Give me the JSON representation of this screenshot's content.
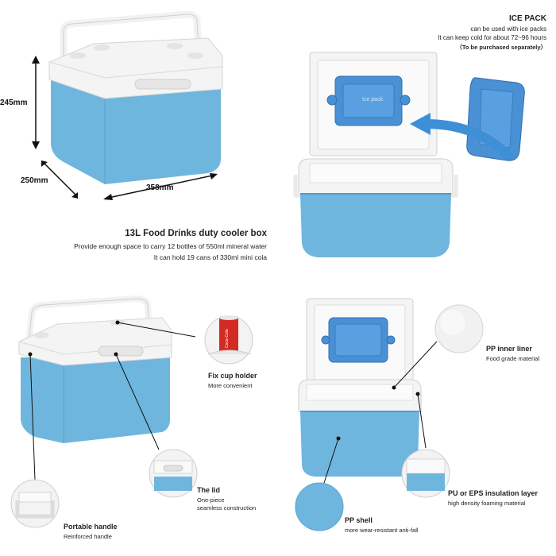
{
  "dimensions": {
    "height": "245mm",
    "depth": "250mm",
    "width": "358mm"
  },
  "product": {
    "title": "13L Food Drinks duty cooler box",
    "line1": "Provide enough space to carry 12 bottles of 550ml mineral water",
    "line2": "It can hold 19 cans of 330ml mini cola"
  },
  "ice_pack": {
    "title": "ICE PACK",
    "line1": "can be used with ice packs",
    "line2": "It can keep cold for about 72~96 hours",
    "line3": "（To be purchased separately）",
    "lid_label": "Ice pack"
  },
  "features": {
    "cup_holder": {
      "title": "Fix cup holder",
      "sub": "More convenient",
      "can_text": "Coca-Cola"
    },
    "lid": {
      "title": "The lid",
      "sub1": "One-piece",
      "sub2": "seamless construction"
    },
    "handle": {
      "title": "Portable handle",
      "sub": "Reinforced handle"
    }
  },
  "layers": {
    "inner": {
      "title": "PP inner liner",
      "sub": "Food grade material"
    },
    "insulation": {
      "title": "PU or EPS insulation layer",
      "sub": "high density foaming material"
    },
    "shell": {
      "title": "PP shell",
      "sub": "more wear-resistant anti-fall"
    }
  },
  "colors": {
    "shell": "#6fb6de",
    "lid": "#f4f4f4",
    "ice": "#4a90d4",
    "arrow": "#3d8fd6"
  }
}
